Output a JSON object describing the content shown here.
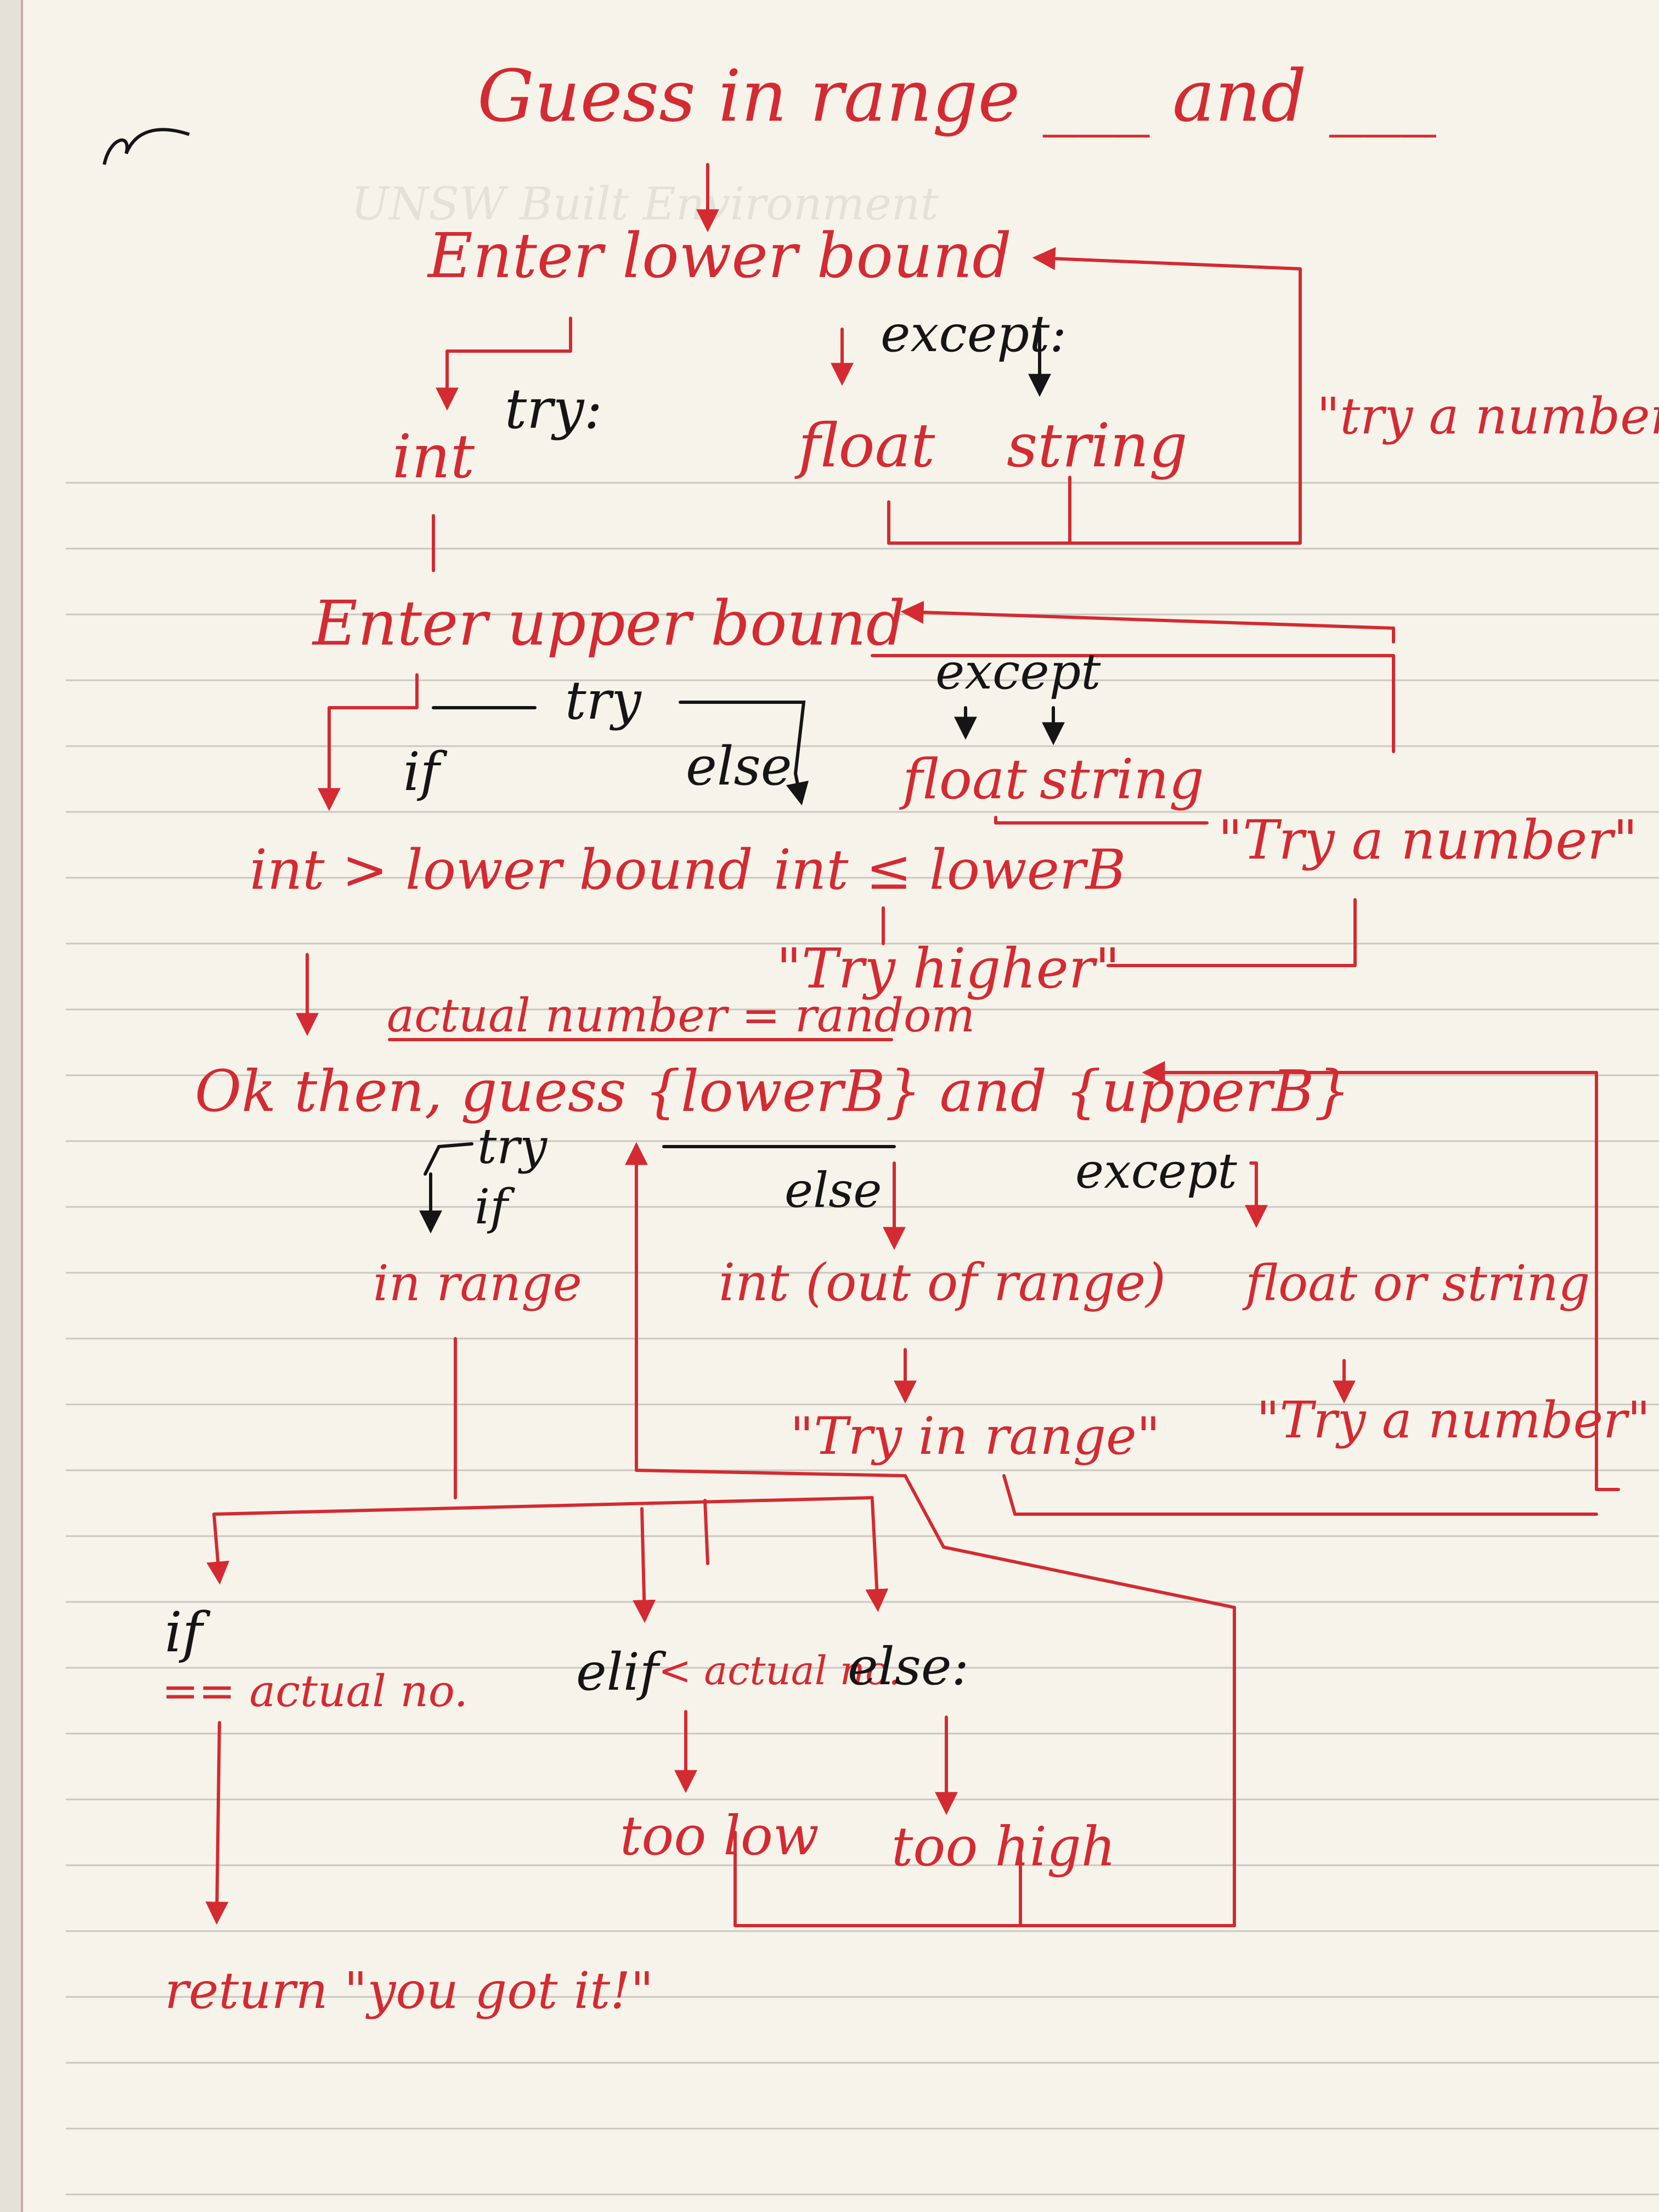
{
  "nodes": {
    "title": "Guess in range ___ and ___",
    "enter_lower": "Enter lower bound",
    "lower_int": "int",
    "lower_float": "float",
    "lower_string": "string",
    "lower_try_number": "\"try a number\"",
    "enter_upper": "Enter upper bound",
    "upper_float": "float",
    "upper_string": "string",
    "upper_try_number": "\"Try a number\"",
    "upper_gt_lower": "int > lower bound",
    "upper_le_lower": "int ≤ lowerB",
    "try_higher": "\"Try higher\"",
    "actual_random": "actual number = random",
    "guess_prompt": "Ok then, guess {lowerB} and {upperB}",
    "in_range": "in range",
    "out_of_range": "int (out of range)",
    "float_or_string": "float or string",
    "try_in_range": "\"Try in range\"",
    "guess_try_number": "\"Try a number\"",
    "eq_actual": "== actual no.",
    "lt_actual": "< actual no.",
    "too_low": "too low",
    "too_high": "too high",
    "return_got_it": "return \"you got it!\""
  },
  "keywords": {
    "try_1": "try:",
    "except_1": "except:",
    "try_2": "try",
    "if_2": "if",
    "else_2": "else",
    "except_2": "except",
    "try_3": "try",
    "if_3": "if",
    "else_3": "else",
    "except_3": "except",
    "if_4": "if",
    "elif_4": "elif",
    "else_4": "else:"
  },
  "background": {
    "letterhead": "UNSW Built Environment"
  },
  "colors": {
    "ink_red": "#d42a32",
    "ink_black": "#151515",
    "paper": "#f6f4ea"
  }
}
